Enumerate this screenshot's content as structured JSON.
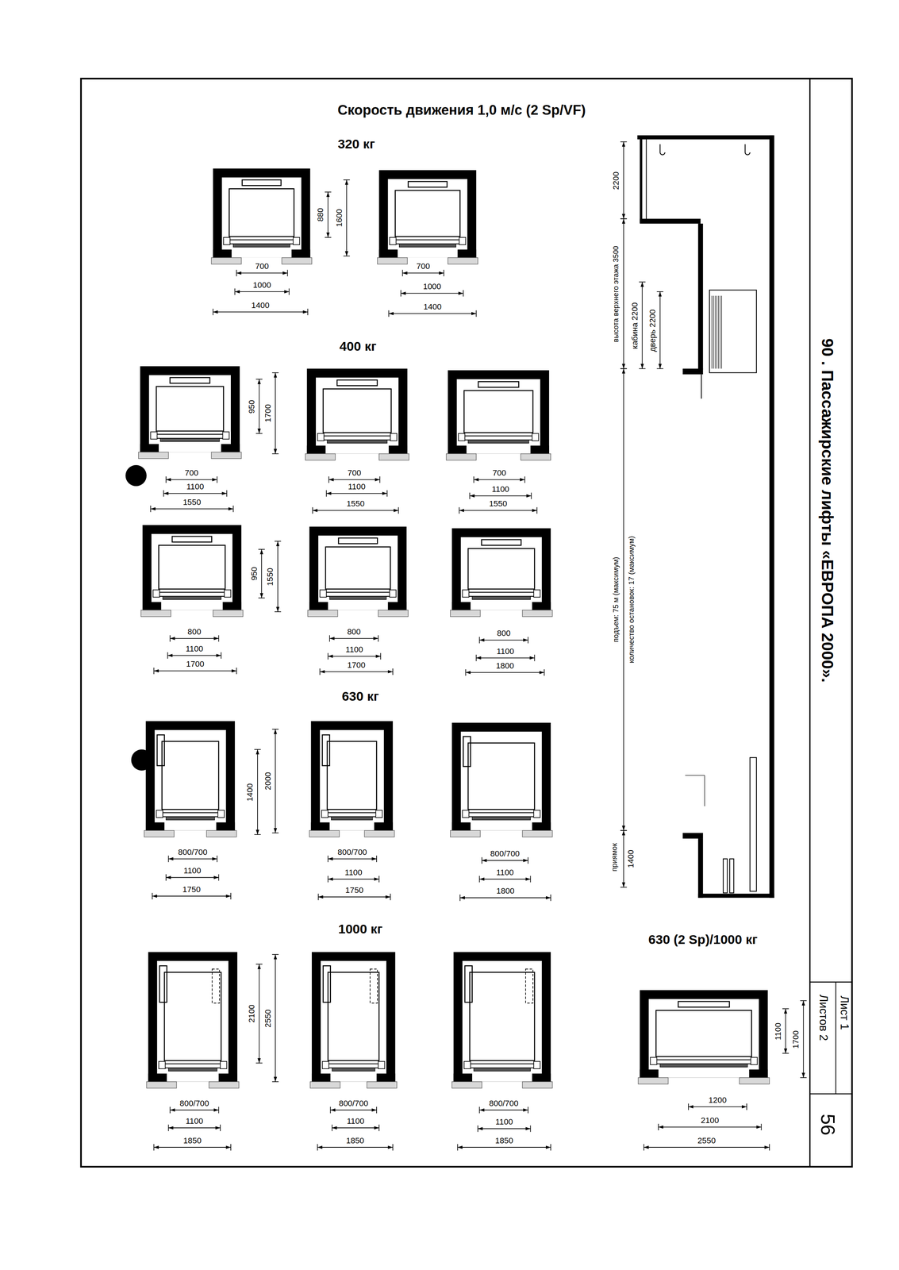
{
  "diagram": {
    "title": "Скорость движения 1,0 м/с (2 Sp/VF)",
    "labels": [
      "320 кг",
      "880",
      "1600",
      "700",
      "1000",
      "1400",
      "700",
      "1000",
      "1400",
      "400 кг",
      "950",
      "1700",
      "700",
      "1100",
      "1550",
      "700",
      "1100",
      "1550",
      "700",
      "1100",
      "1550",
      "950",
      "1550",
      "800",
      "1100",
      "1700",
      "800",
      "1100",
      "1700",
      "800",
      "1100",
      "1800",
      "630 кг",
      "1400",
      "2000",
      "800/700",
      "1100",
      "1750",
      "800/700",
      "1100",
      "1750",
      "800/700",
      "1100",
      "1800",
      "1000 кг",
      "2100",
      "2550",
      "800/700",
      "1100",
      "1850",
      "800/700",
      "1100",
      "1850",
      "800/700",
      "1100",
      "1850",
      "630 (2 Sp)/1000 кг",
      "1100",
      "1700",
      "1200",
      "2100",
      "2550",
      "2200",
      "высота верхнего этажа 3500",
      "кабина 2200",
      "дверь 2200",
      "подъем: 75 м (максимум)",
      "количество остановок: 17 (максимум)",
      "приямок",
      "1400",
      "90 . Пассажирские лифты «ЕВРОПА 2000».",
      "Лист 1",
      "Листов 2",
      "56"
    ]
  }
}
